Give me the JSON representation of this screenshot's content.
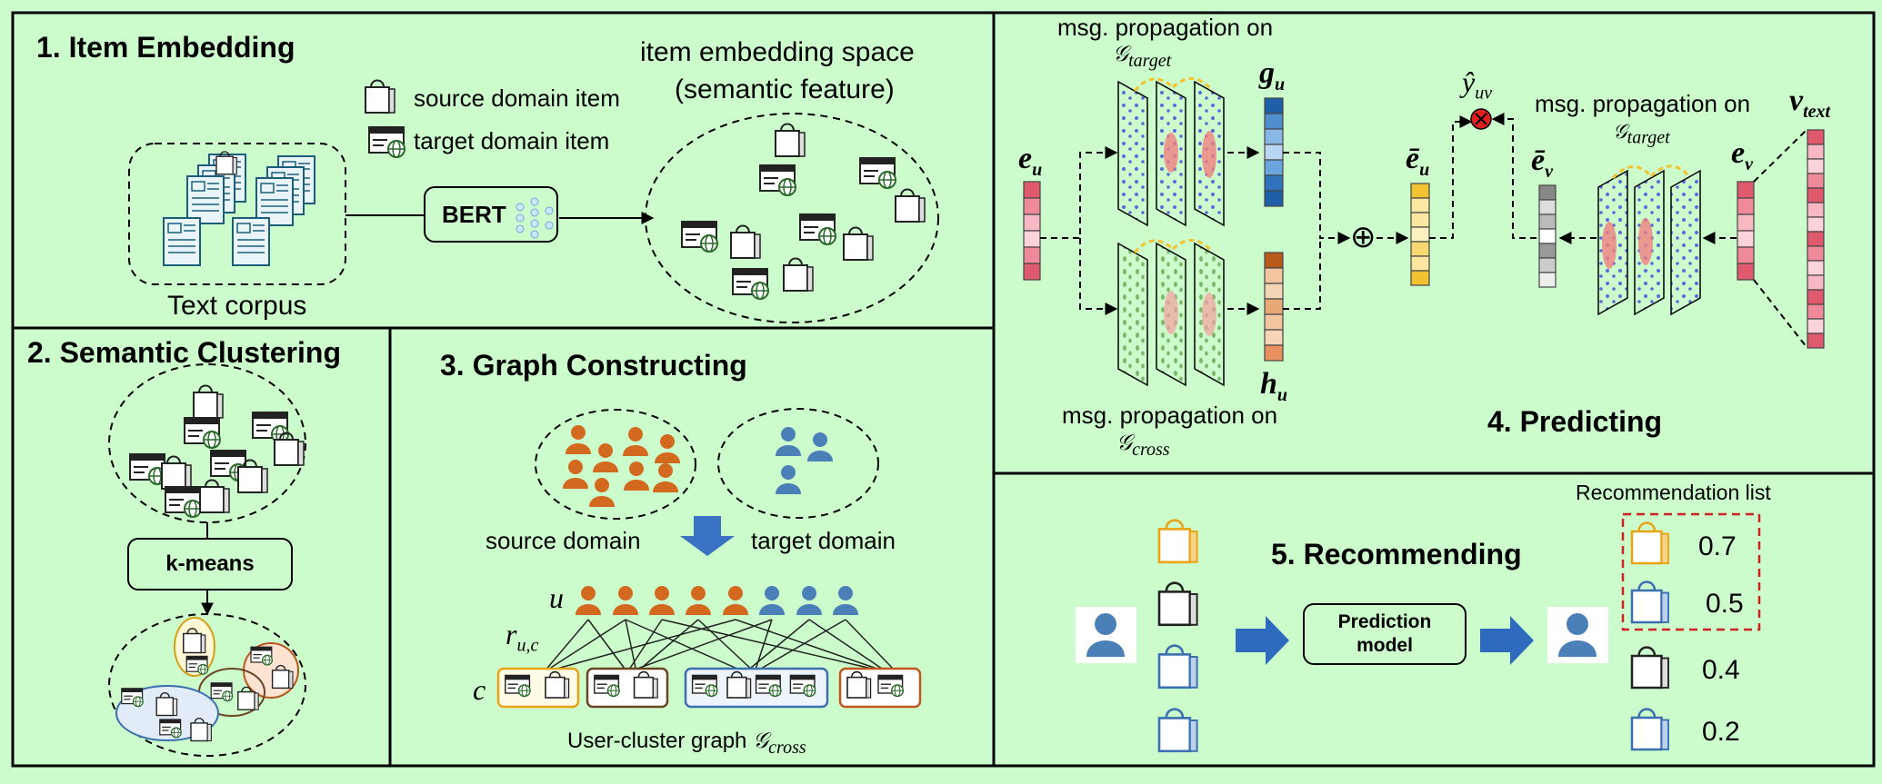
{
  "sections": {
    "item_embedding": "1. Item Embedding",
    "semantic_clustering": "2. Semantic Clustering",
    "graph_constructing": "3. Graph Constructing",
    "predicting": "4. Predicting",
    "recommending": "5. Recommending"
  },
  "embedding": {
    "legend_source": "source domain item",
    "legend_target": "target domain item",
    "space_title_1": "item embedding space",
    "space_title_2": "(semantic feature)",
    "corpus_label": "Text corpus",
    "bert_label": "BERT"
  },
  "clustering": {
    "kmeans_label": "k-means"
  },
  "graph": {
    "source_domain": "source domain",
    "target_domain": "target domain",
    "user_symbol": "u",
    "edge_symbol_r": "r",
    "edge_symbol_sub": "u,c",
    "cluster_symbol": "c",
    "caption_prefix": "User-cluster graph ",
    "caption_graph": "𝒢",
    "caption_sub": "cross"
  },
  "predicting": {
    "msg_top_1": "msg. propagation on",
    "msg_top_2": "𝒢",
    "msg_top_sub": "target",
    "msg_bottom_1": "msg. propagation on",
    "msg_bottom_2": "𝒢",
    "msg_bottom_sub": "cross",
    "msg_right_1": "msg. propagation on",
    "msg_right_2": "𝒢",
    "msg_right_sub": "target",
    "e_u": "e",
    "e_u_sub": "u",
    "g_u": "g",
    "g_u_sub": "u",
    "h_u": "h",
    "h_u_sub": "u",
    "ebar_u": "ē",
    "ebar_u_sub": "u",
    "ebar_v": "ē",
    "ebar_v_sub": "v",
    "e_v": "e",
    "e_v_sub": "v",
    "v_text": "v",
    "v_text_sub": "text",
    "y_uv": "ŷ",
    "y_uv_sub": "uv",
    "oplus": "⊕"
  },
  "recommending": {
    "list_title": "Recommendation list",
    "model_label_1": "Prediction",
    "model_label_2": "model",
    "scores": [
      "0.7",
      "0.5",
      "0.4",
      "0.2"
    ]
  },
  "colors": {
    "background": "#ccfccc",
    "user_orange": "#d2691e",
    "user_blue": "#4a7fb8",
    "bag_yellow": "#e8a317",
    "bag_blue": "#3a6fb0",
    "arrow_blue": "#2e6bbf",
    "highlight_red": "#cc2222"
  }
}
